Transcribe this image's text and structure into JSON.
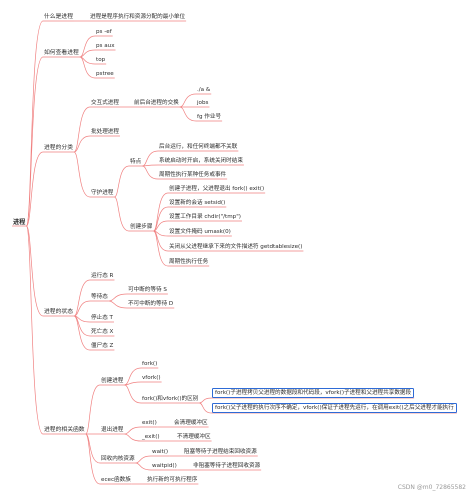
{
  "colors": {
    "line": "#f08080",
    "box": "#2e6bd6",
    "text": "#2b2b2b"
  },
  "root": {
    "label": "进程"
  },
  "branches": {
    "what": {
      "label": "什么是进程",
      "desc": "进程是程序执行和资源分配的最小单位"
    },
    "view": {
      "label": "如何查看进程",
      "items": [
        "ps -ef",
        "ps aux",
        "top",
        "pstree"
      ]
    },
    "classes": {
      "label": "进程的分类",
      "interactive": {
        "label": "交互式进程",
        "fgbg": "前后台进程的交换",
        "items": [
          "./a &",
          "jobs",
          "fg 作业号"
        ]
      },
      "batch": {
        "label": "批处理进程"
      },
      "daemon": {
        "label": "守护进程",
        "features": {
          "label": "特点",
          "items": [
            "后台运行，和任何终端都不关联",
            "系统启动时开启，系统关闭时结束",
            "周期性执行某种任务或事件"
          ]
        },
        "steps": {
          "label": "创建步骤",
          "items": [
            "创建子进程，父进程退出  fork() exit()",
            "设置新的会话   setsid()",
            "设置工作目录    chdir(\"/tmp\")",
            "设置文件掩码    umask(0)",
            "关闭从父进程继承下来的文件描述符    getdtablesize()",
            "周期性执行任务"
          ]
        }
      }
    },
    "states": {
      "label": "进程的状态",
      "running": "运行态 R",
      "waiting": {
        "label": "等待态",
        "items": [
          "可中断的等待  S",
          "不可中断的等待 D"
        ]
      },
      "stopped": "停止态 T",
      "dead": "死亡态 X",
      "zombie": "僵尸态 Z"
    },
    "funcs": {
      "label": "进程的相关函数",
      "create": {
        "label": "创建进程",
        "fork": "fork()",
        "vfork": "vfork()",
        "diff": {
          "label": "fork()和vfork()的区别",
          "items": [
            "fork()子进程拷贝父进程的数据段和代码段，vfork()子进程和父进程共享数据段",
            "fork()父子进程的执行次序不确定，vfork()保证子进程先运行，在调用exit()之后父进程才能执行"
          ]
        }
      },
      "exit": {
        "label": "退出进程",
        "items": [
          {
            "name": "exit()",
            "desc": "会清理缓冲区"
          },
          {
            "name": "_exit()",
            "desc": "不清理缓冲区"
          }
        ]
      },
      "wait": {
        "label": "回收内核资源",
        "items": [
          {
            "name": "wait()",
            "desc": "阻塞等待子进程结束回收资源"
          },
          {
            "name": "waitpid()",
            "desc": "非阻塞等待子进程回收资源"
          }
        ]
      },
      "exec": {
        "label": "ecec函数族",
        "desc": "执行新的可执行程序"
      }
    }
  },
  "watermark": "CSDN @m0_72865582"
}
